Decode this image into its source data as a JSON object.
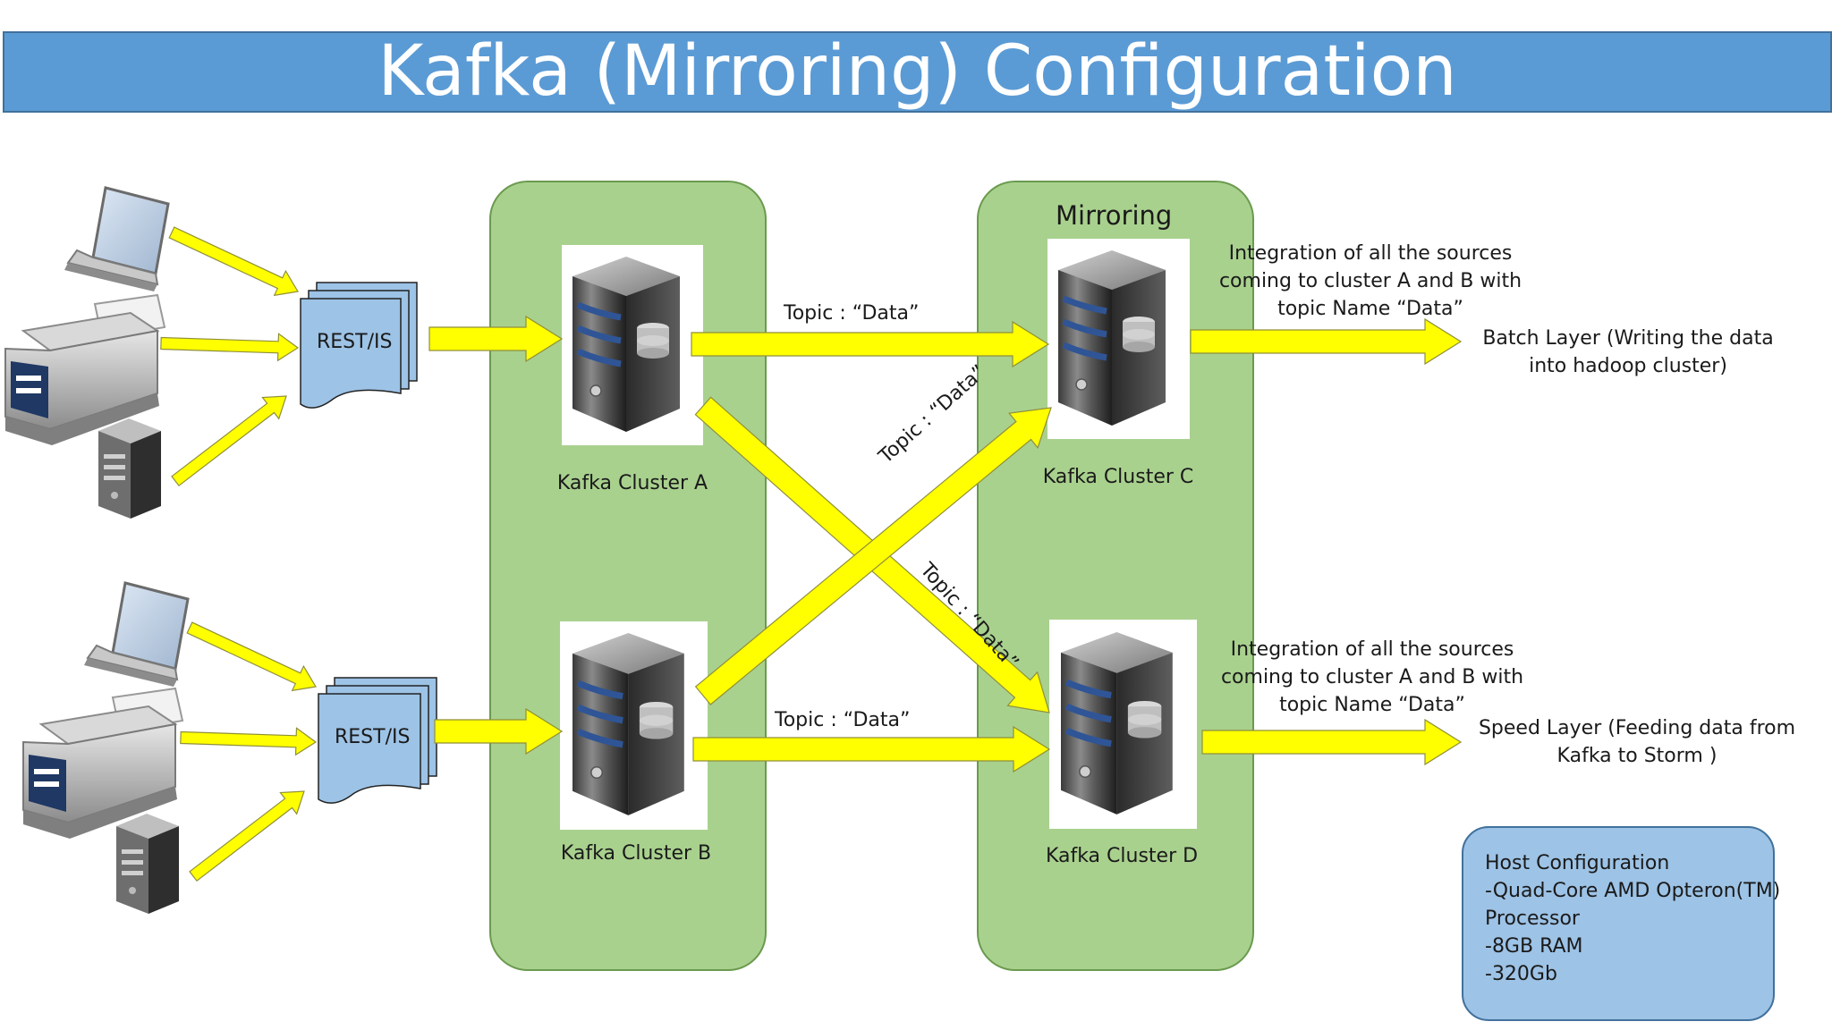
{
  "title": "Kafka (Mirroring) Configuration",
  "groups": {
    "mirroring_label": "Mirroring"
  },
  "sources": {
    "top_rest_label": "REST/IS",
    "bottom_rest_label": "REST/IS"
  },
  "clusters": {
    "a": "Kafka Cluster A",
    "b": "Kafka Cluster B",
    "c": "Kafka Cluster C",
    "d": "Kafka Cluster D"
  },
  "topics": {
    "a_to_c": "Topic : “Data”",
    "b_to_d": "Topic : “Data”",
    "b_to_c": "Topic : “Data”",
    "a_to_d": "Topic : “Data”"
  },
  "integration_c": [
    "Integration of all the sources",
    "coming to cluster A and B with",
    "topic Name “Data”"
  ],
  "integration_d": [
    "Integration of all the sources",
    "coming to cluster A and B with",
    "topic Name “Data”"
  ],
  "batch_layer": [
    "Batch Layer (Writing the data",
    "into hadoop cluster)"
  ],
  "speed_layer": [
    "Speed Layer (Feeding data from",
    "Kafka to Storm )"
  ],
  "host_config": [
    "Host Configuration",
    "-Quad-Core AMD Opteron(TM)",
    "Processor",
    "-8GB RAM",
    "-320Gb"
  ],
  "colors": {
    "title_bar": "#5b9bd5",
    "group_fill": "#a9d18e",
    "arrow_fill": "#ffff00",
    "doc_fill": "#9dc3e6",
    "host_fill": "#9dc3e6"
  },
  "icons": [
    "laptop-icon",
    "printer-icon",
    "small-server-icon",
    "document-stack-icon",
    "server-icon"
  ]
}
